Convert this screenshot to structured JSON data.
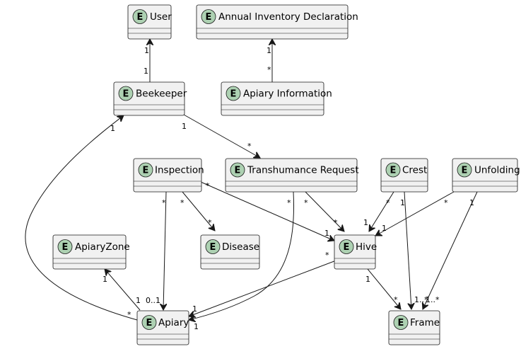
{
  "diagram": {
    "entity_badge_letter": "E",
    "entities": {
      "user": "User",
      "annual_inventory_declaration": "Annual Inventory Declaration",
      "beekeeper": "Beekeeper",
      "apiary_information": "Apiary Information",
      "inspection": "Inspection",
      "transhumance_request": "Transhumance Request",
      "crest": "Crest",
      "unfolding": "Unfolding",
      "apiary_zone": "ApiaryZone",
      "disease": "Disease",
      "hive": "Hive",
      "apiary": "Apiary",
      "frame": "Frame"
    },
    "relations": {
      "beekeeper_user": {
        "from_mult": "1",
        "to_mult": "1"
      },
      "apiaryinfo_declaration": {
        "from_mult": "*",
        "to_mult": "1"
      },
      "beekeeper_transhumance": {
        "from_mult": "1",
        "to_mult": "*"
      },
      "apiary_beekeeper": {
        "from_mult": "*",
        "to_mult": "1"
      },
      "inspection_apiary": {
        "from_mult": "*",
        "to_mult": "0..1"
      },
      "inspection_disease": {
        "from_mult": "*",
        "to_mult": "*"
      },
      "inspection_hive": {
        "from_mult": "*",
        "to_mult": "1"
      },
      "transhumance_apiary": {
        "from_mult": "*",
        "to_mult": "1"
      },
      "transhumance_hive": {
        "from_mult": "*",
        "to_mult": "*"
      },
      "crest_hive": {
        "from_mult": "*",
        "to_mult": "1"
      },
      "crest_frame": {
        "from_mult": "1",
        "to_mult": "1..*"
      },
      "unfolding_hive": {
        "from_mult": "*",
        "to_mult": "1"
      },
      "unfolding_frame": {
        "from_mult": "1",
        "to_mult": "1..*"
      },
      "hive_apiary": {
        "from_mult": "*",
        "to_mult": "1"
      },
      "hive_frame": {
        "from_mult": "1",
        "to_mult": "*"
      },
      "apiary_apiaryzone": {
        "from_mult": "1",
        "to_mult": "1"
      }
    }
  }
}
